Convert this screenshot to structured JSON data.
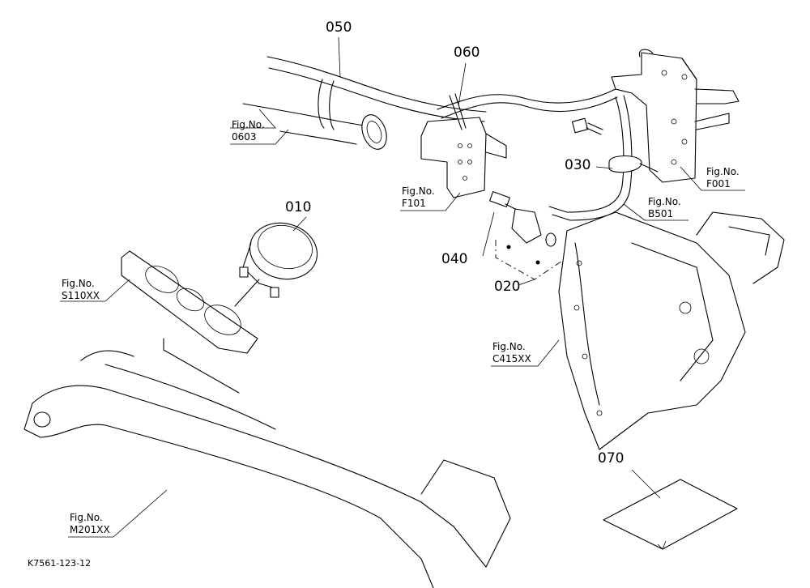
{
  "parts": {
    "p010": "010",
    "p020": "020",
    "p030": "030",
    "p040": "040",
    "p050": "050",
    "p060": "060",
    "p070": "070"
  },
  "figure_refs": {
    "f0603": {
      "prefix": "Fig.No.",
      "code": "0603"
    },
    "f101": {
      "prefix": "Fig.No.",
      "code": "F101"
    },
    "f001": {
      "prefix": "Fig.No.",
      "code": "F001"
    },
    "b501": {
      "prefix": "Fig.No.",
      "code": "B501"
    },
    "s110xx": {
      "prefix": "Fig.No.",
      "code": "S110XX"
    },
    "c415xx": {
      "prefix": "Fig.No.",
      "code": "C415XX"
    },
    "m201xx": {
      "prefix": "Fig.No.",
      "code": "M201XX"
    }
  },
  "footer": {
    "drawing_id": "K7561-123-12"
  }
}
